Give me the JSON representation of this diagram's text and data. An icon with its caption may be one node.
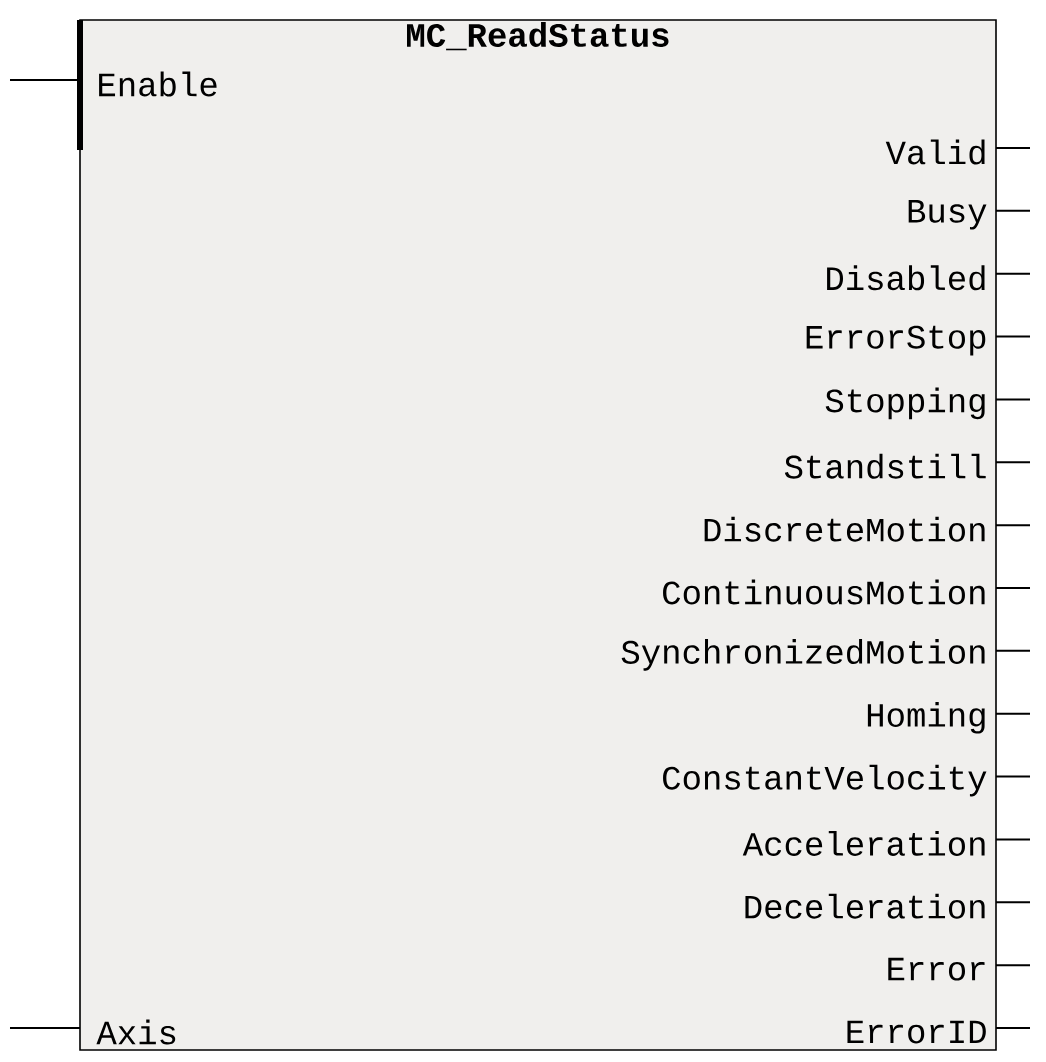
{
  "diagram": {
    "nodes": [
      {
        "text": [
          "MC_ReadStatus"
        ]
      }
    ],
    "labels": [
      "Enable",
      "Valid",
      "Busy",
      "Disabled",
      "ErrorStop",
      "Stopping",
      "Standstill",
      "DiscreteMotion",
      "ContinuousMotion",
      "SynchronizedMotion",
      "Homing",
      "ConstantVelocity",
      "Acceleration",
      "Deceleration",
      "Error",
      "Axis",
      "ErrorID"
    ]
  }
}
